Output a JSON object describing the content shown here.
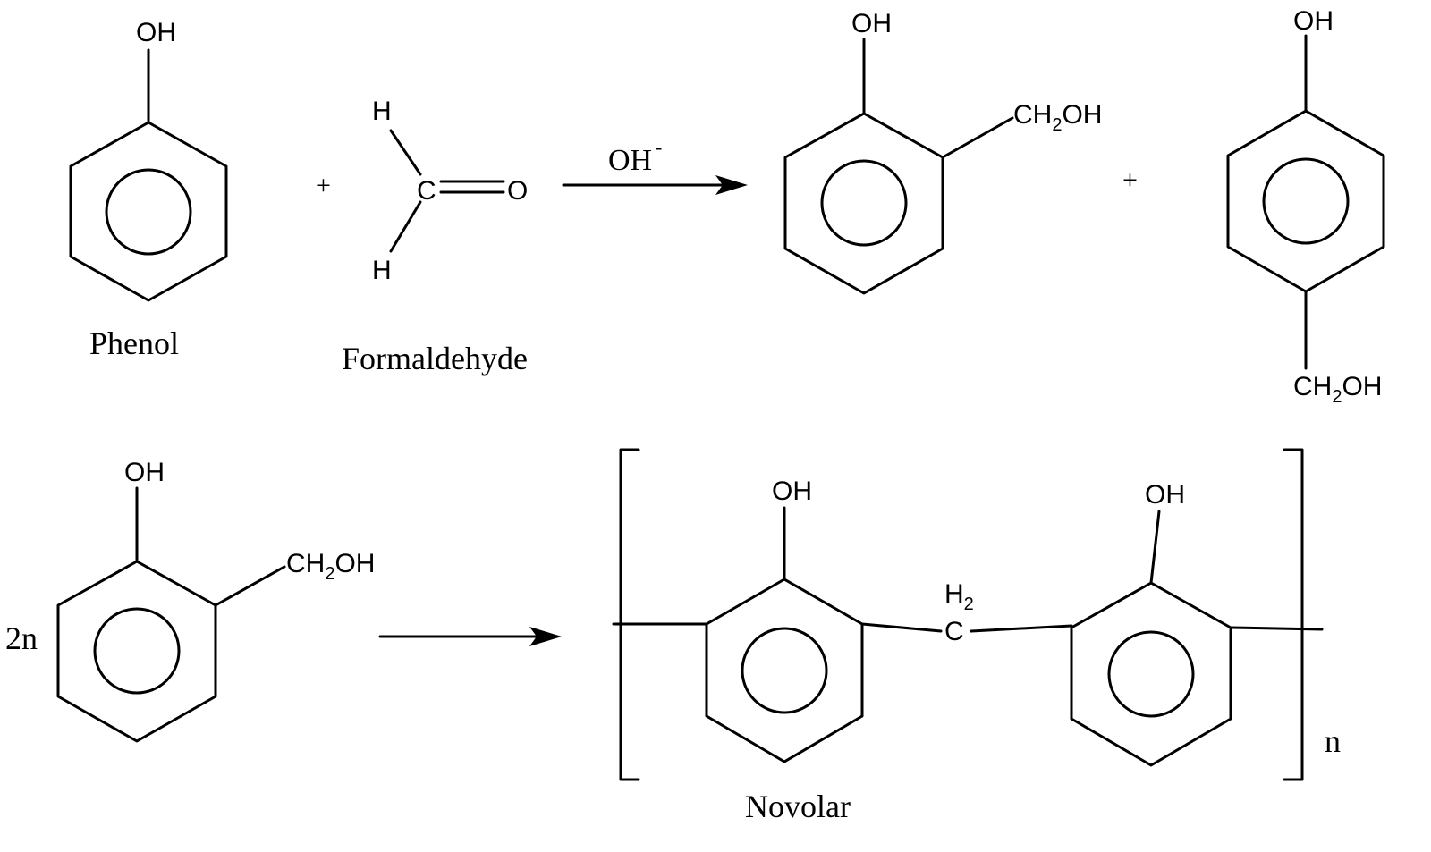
{
  "labels": {
    "phenol": "Phenol",
    "formaldehyde": "Formaldehyde",
    "novolar": "Novolar",
    "plus": "+",
    "catalyst": "OH",
    "catalyst_charge": "-",
    "coefficient": "2n",
    "repeat_index": "n"
  },
  "atoms": {
    "oh": "OH",
    "h": "H",
    "c": "C",
    "o": "O",
    "ch": "CH",
    "sub2": "2",
    "h_upper": "H"
  }
}
